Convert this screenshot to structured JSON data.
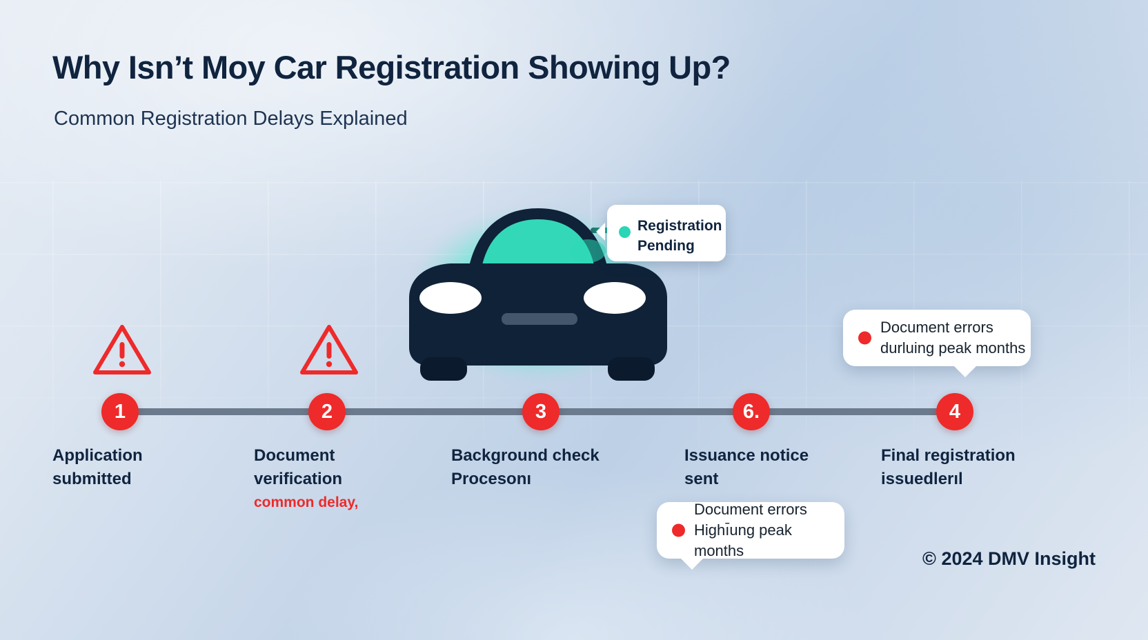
{
  "header": {
    "title": "Why Isn’t Moy Car Registration Showing Up?",
    "subtitle": "Common Registration Delays Explained"
  },
  "car": {
    "status_tag": {
      "text": "Registration\nPending",
      "dot_color": "#2ad6b6"
    },
    "glow_color": "#3bf0cd",
    "body_color": "#0f2238"
  },
  "timeline": {
    "rail_color": "#6b7a8c",
    "badge_color": "#ee2a2a",
    "steps": [
      {
        "badge": "1",
        "label": "Application\nsubmitted",
        "note": ""
      },
      {
        "badge": "2",
        "label": "Document\nverification",
        "note": "common delay,"
      },
      {
        "badge": "3",
        "label": "Background check\nProcesonı",
        "note": ""
      },
      {
        "badge": "6.",
        "label": "Issuance notice\nsent",
        "note": ""
      },
      {
        "badge": "4",
        "label": "Final registration\nissuedlerıl",
        "note": ""
      }
    ]
  },
  "warnings": [
    {
      "name": "warning-triangle-1"
    },
    {
      "name": "warning-triangle-2"
    }
  ],
  "callouts": [
    {
      "text": "Document errors\ndurluing peak months",
      "dot_color": "#ee2a2a"
    },
    {
      "text": "Document errors\nHighı̄ung peak months",
      "dot_color": "#ee2a2a"
    }
  ],
  "footer": {
    "copyright": "© 2024 DMV Insight"
  },
  "colors": {
    "ink": "#10243f",
    "accent_red": "#ee2a2a",
    "accent_teal": "#2ad6b6",
    "background": "#dfe7f0"
  }
}
